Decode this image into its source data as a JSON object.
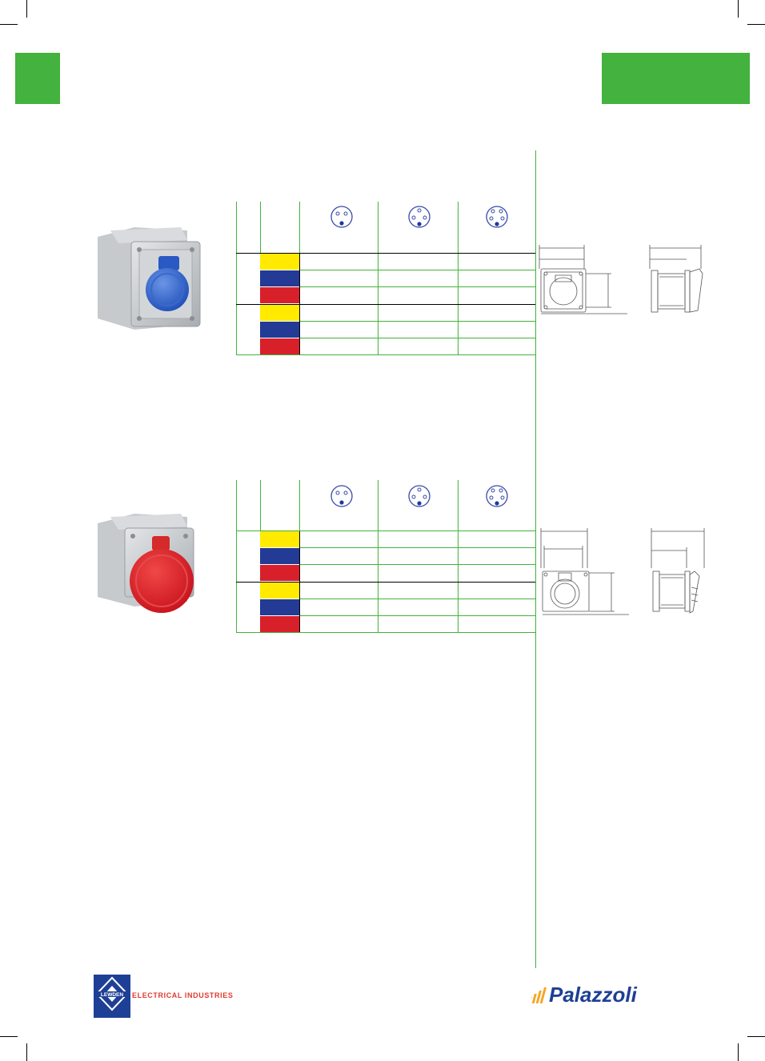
{
  "header": {
    "accent_color": "#43b23e"
  },
  "tables": [
    {
      "product_color": "blue",
      "pin_icons": [
        "3-pin-socket-icon",
        "4-pin-socket-icon",
        "5-pin-socket-icon"
      ],
      "swatches": [
        "#ffea00",
        "#233b95",
        "#d8202b",
        "#ffea00",
        "#233b95",
        "#d8202b"
      ]
    },
    {
      "product_color": "red",
      "pin_icons": [
        "3-pin-socket-icon",
        "4-pin-socket-icon",
        "5-pin-socket-icon"
      ],
      "swatches": [
        "#ffea00",
        "#233b95",
        "#d8202b",
        "#ffea00",
        "#233b95",
        "#d8202b"
      ]
    }
  ],
  "footer": {
    "lewden_logo_text": "LEWDEN",
    "lewden_tagline": "ELECTRICAL INDUSTRIES",
    "palazzoli_logo_text": "Palazzoli"
  },
  "colors": {
    "green": "#43b23e",
    "yellow": "#ffea00",
    "blue": "#233b95",
    "red": "#d8202b",
    "lewden_red": "#e03a2f",
    "palazzoli_blue": "#1d3f95"
  }
}
